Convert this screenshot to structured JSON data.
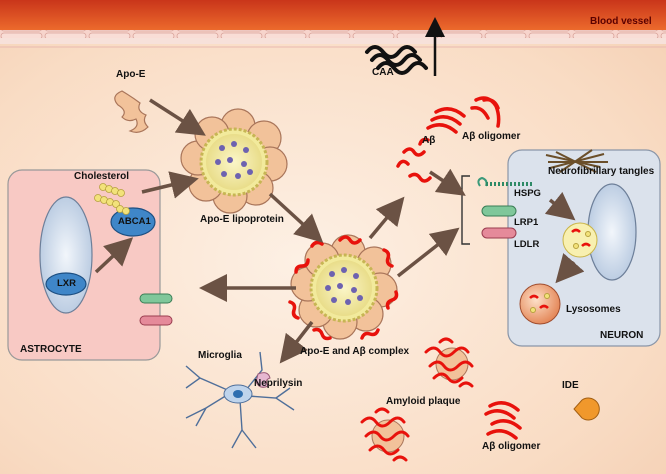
{
  "labels": {
    "blood_vessel": "Blood vessel",
    "caa": "CAA",
    "apo_e": "Apo-E",
    "cholesterol": "Cholesterol",
    "abca1": "ABCA1",
    "lxr": "LXR",
    "astrocyte": "ASTROCYTE",
    "apoe_lipoprotein": "Apo-E lipoprotein",
    "abeta": "Aβ",
    "abeta_oligomer_top": "Aβ oligomer",
    "neurofibrillary_tangles": "Neurofibrillary tangles",
    "hspg": "HSPG",
    "lrp1": "LRP1",
    "ldlr": "LDLR",
    "lysosomes": "Lysosomes",
    "neuron": "NEURON",
    "apoe_abeta_complex": "Apo-E and Aβ complex",
    "microglia": "Microglia",
    "neprilysin": "Neprilysin",
    "amyloid_plaque": "Amyloid plaque",
    "ide": "IDE",
    "abeta_oligomer_bottom": "Aβ oligomer"
  },
  "colors": {
    "vessel": "#d9441c",
    "abeta": "#e8120c",
    "arrow": "#6b5244",
    "lipoprotein_petal": "#f2c29a",
    "abca1": "#3f86c8",
    "lxr": "#3f86c8"
  }
}
